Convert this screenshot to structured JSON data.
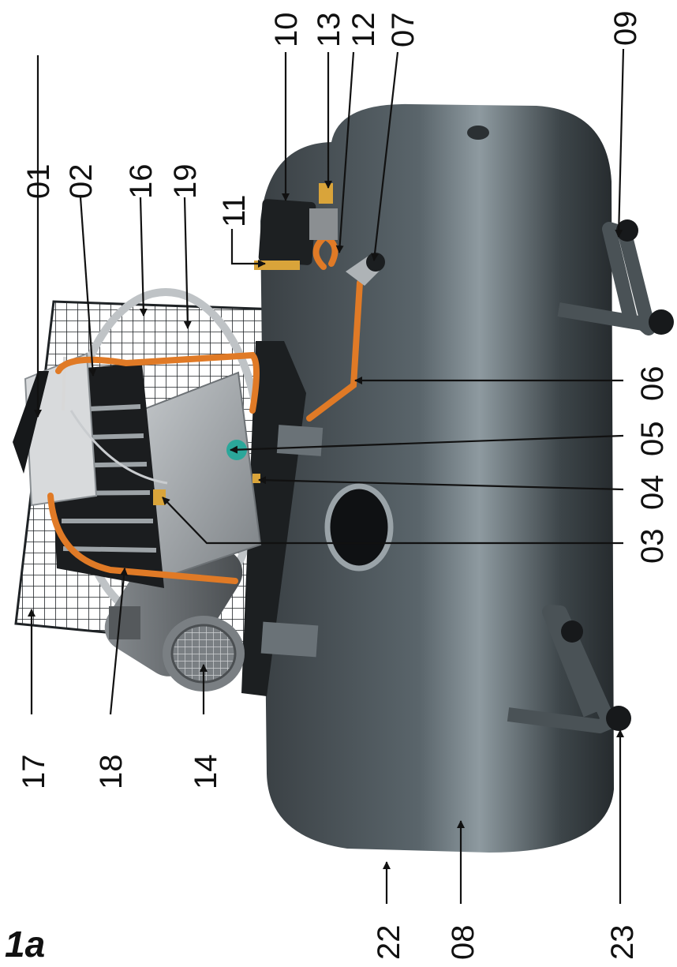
{
  "figure_label": "1a",
  "callouts": [
    {
      "id": "01",
      "text": "01"
    },
    {
      "id": "02",
      "text": "02"
    },
    {
      "id": "16",
      "text": "16"
    },
    {
      "id": "19",
      "text": "19"
    },
    {
      "id": "11",
      "text": "11"
    },
    {
      "id": "10",
      "text": "10"
    },
    {
      "id": "13",
      "text": "13"
    },
    {
      "id": "12",
      "text": "12"
    },
    {
      "id": "07",
      "text": "07"
    },
    {
      "id": "09",
      "text": "09"
    },
    {
      "id": "06",
      "text": "06"
    },
    {
      "id": "05",
      "text": "05"
    },
    {
      "id": "04",
      "text": "04"
    },
    {
      "id": "03",
      "text": "03"
    },
    {
      "id": "17",
      "text": "17"
    },
    {
      "id": "18",
      "text": "18"
    },
    {
      "id": "14",
      "text": "14"
    },
    {
      "id": "22",
      "text": "22"
    },
    {
      "id": "08",
      "text": "08"
    },
    {
      "id": "23",
      "text": "23"
    }
  ],
  "colors": {
    "tank": "#3c4347",
    "tank_highlight": "#8b979d",
    "pipe": "#e07a26",
    "pump_body": "#a3a8ab",
    "cage": "#1f2326",
    "motor": "#6f7478",
    "valve_green": "#2ba79a",
    "brass": "#d9a43a"
  }
}
